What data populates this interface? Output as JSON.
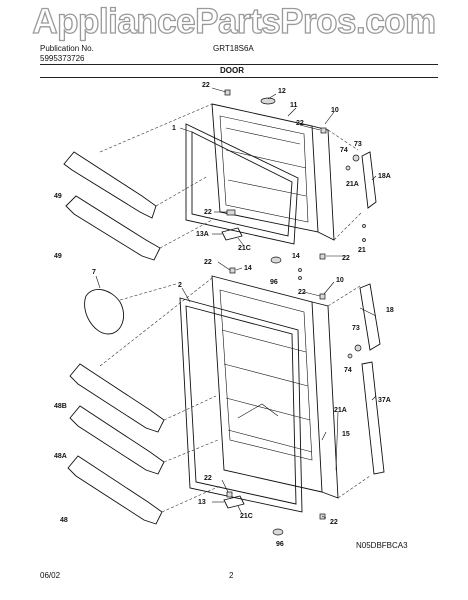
{
  "watermark": "AppliancePartsPros.com",
  "header": {
    "pub_label": "Publication No.",
    "pub_number": "5995373726",
    "model": "GRT18S6A",
    "section": "DOOR"
  },
  "footer": {
    "date": "06/02",
    "page": "2",
    "code": "N05DBFBCA3"
  },
  "callouts": {
    "c1": "1",
    "c2": "2",
    "c7": "7",
    "c10a": "10",
    "c10b": "10",
    "c11": "11",
    "c12": "12",
    "c13": "13",
    "c13A": "13A",
    "c14a": "14",
    "c14b": "14",
    "c15": "15",
    "c18": "18",
    "c18A": "18A",
    "c21a": "21",
    "c21Aa": "21A",
    "c21Ab": "21A",
    "c21Ca": "21C",
    "c21Cb": "21C",
    "c22a": "22",
    "c22b": "22",
    "c22c": "22",
    "c22d": "22",
    "c22e": "22",
    "c22f": "22",
    "c22g": "22",
    "c22h": "22",
    "c37A": "37A",
    "c48": "48",
    "c48A": "48A",
    "c48B": "48B",
    "c49a": "49",
    "c49b": "49",
    "c73a": "73",
    "c73b": "73",
    "c74a": "74",
    "c74b": "74",
    "c96a": "96",
    "c96b": "96"
  }
}
